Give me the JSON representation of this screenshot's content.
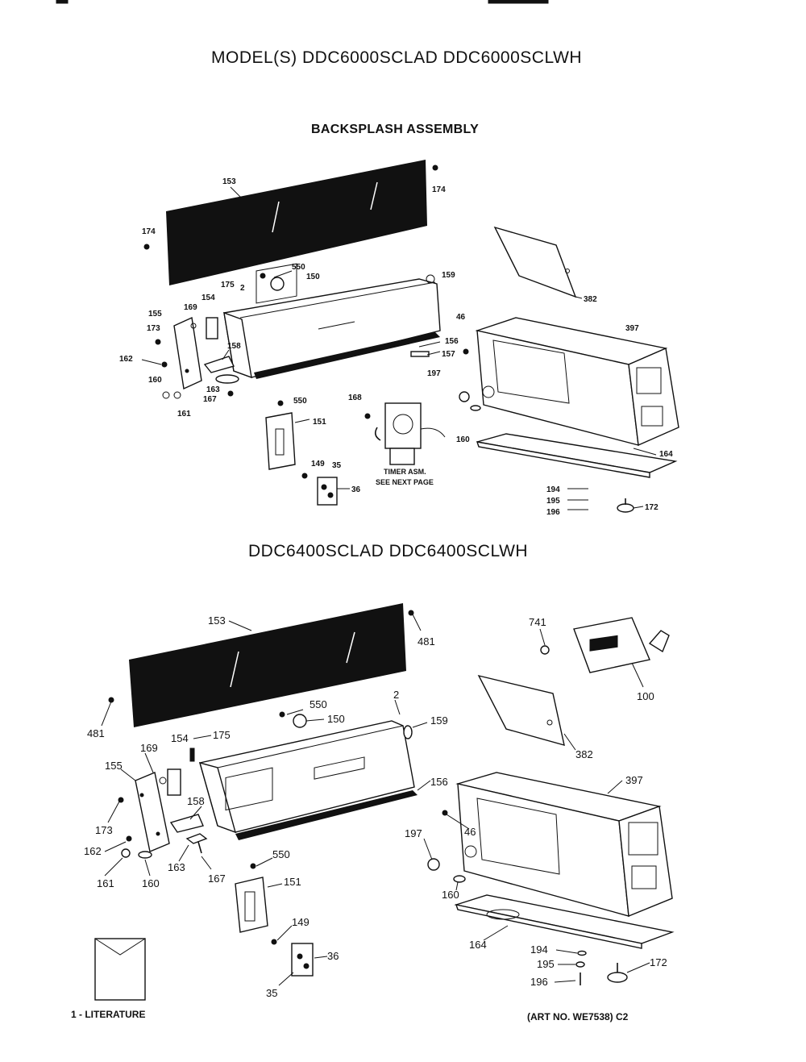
{
  "title": "MODEL(S) DDC6000SCLAD  DDC6000SCLWH",
  "subtitle": "BACKSPLASH ASSEMBLY",
  "section2_title": "DDC6400SCLAD  DDC6400SCLWH",
  "timer_note": [
    "TIMER ASM.",
    "SEE NEXT PAGE"
  ],
  "footer": {
    "literature": "1 - LITERATURE",
    "art_no": "(ART NO. WE7538) C2"
  },
  "parts_top": [
    {
      "label": "153"
    },
    {
      "label": "174"
    },
    {
      "label": "174"
    },
    {
      "label": "550"
    },
    {
      "label": "150"
    },
    {
      "label": "159"
    },
    {
      "label": "382"
    },
    {
      "label": "175"
    },
    {
      "label": "2"
    },
    {
      "label": "154"
    },
    {
      "label": "169"
    },
    {
      "label": "155"
    },
    {
      "label": "173"
    },
    {
      "label": "162"
    },
    {
      "label": "160"
    },
    {
      "label": "161"
    },
    {
      "label": "163"
    },
    {
      "label": "167"
    },
    {
      "label": "158"
    },
    {
      "label": "156"
    },
    {
      "label": "157"
    },
    {
      "label": "46"
    },
    {
      "label": "397"
    },
    {
      "label": "550"
    },
    {
      "label": "151"
    },
    {
      "label": "168"
    },
    {
      "label": "197"
    },
    {
      "label": "160"
    },
    {
      "label": "164"
    },
    {
      "label": "149"
    },
    {
      "label": "35"
    },
    {
      "label": "36"
    },
    {
      "label": "194"
    },
    {
      "label": "195"
    },
    {
      "label": "196"
    },
    {
      "label": "172"
    }
  ],
  "parts_bottom": [
    {
      "label": "153"
    },
    {
      "label": "481"
    },
    {
      "label": "741"
    },
    {
      "label": "100"
    },
    {
      "label": "481"
    },
    {
      "label": "550"
    },
    {
      "label": "150"
    },
    {
      "label": "2"
    },
    {
      "label": "159"
    },
    {
      "label": "382"
    },
    {
      "label": "154"
    },
    {
      "label": "175"
    },
    {
      "label": "169"
    },
    {
      "label": "155"
    },
    {
      "label": "158"
    },
    {
      "label": "173"
    },
    {
      "label": "162"
    },
    {
      "label": "161"
    },
    {
      "label": "160"
    },
    {
      "label": "163"
    },
    {
      "label": "167"
    },
    {
      "label": "156"
    },
    {
      "label": "397"
    },
    {
      "label": "46"
    },
    {
      "label": "197"
    },
    {
      "label": "550"
    },
    {
      "label": "151"
    },
    {
      "label": "160"
    },
    {
      "label": "149"
    },
    {
      "label": "164"
    },
    {
      "label": "194"
    },
    {
      "label": "195"
    },
    {
      "label": "172"
    },
    {
      "label": "196"
    },
    {
      "label": "36"
    },
    {
      "label": "35"
    }
  ]
}
